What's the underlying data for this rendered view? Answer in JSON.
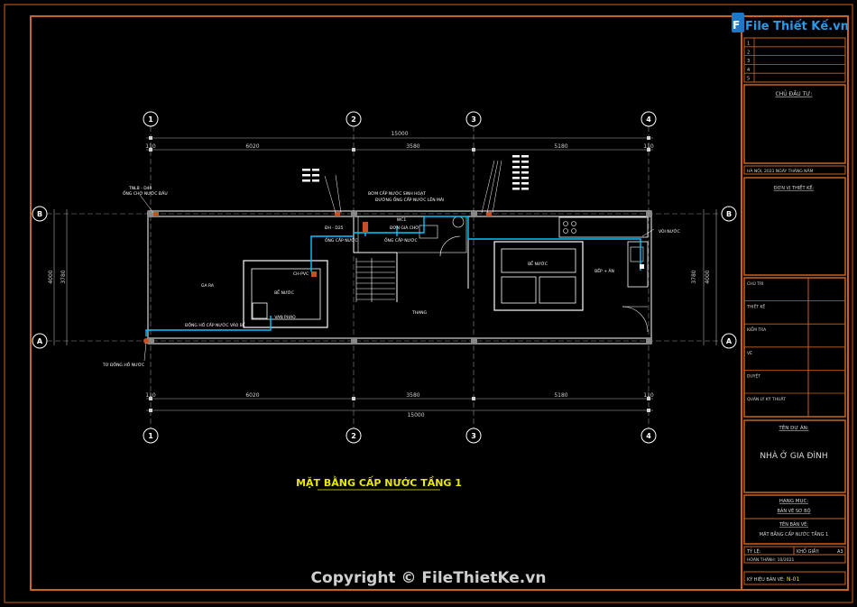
{
  "drawing": {
    "title": "MẶT BẰNG CẤP NƯỚC TẦNG 1",
    "copyright": "Copyright © FileThietKe.vn",
    "watermark_logo": "File Thiết Kế.vn",
    "colors": {
      "frame": "#c8641e",
      "title_yellow": "#e8e800",
      "water_pipe": "#00c8ff",
      "wall": "#ffffff",
      "dim": "#b0b0b0"
    }
  },
  "grid_axes": {
    "vertical": [
      "1",
      "2",
      "3",
      "4"
    ],
    "horizontal": [
      "B",
      "A"
    ]
  },
  "dimensions": {
    "total": "15000",
    "segments": [
      "6020",
      "3580",
      "5180"
    ],
    "edge_small": "110",
    "depth_outer": "4000",
    "depth_inner": "3780"
  },
  "rooms": {
    "garage": "GA RA",
    "stairs": "THANG",
    "kitchen": "BẾP + ĂN",
    "wc": "WC1",
    "tank_label": "BỂ NƯỚC",
    "valve_label": "VAN PHAO"
  },
  "annotations": [
    "TNLB - D40",
    "ỐNG CHỜ NƯỚC ĐẦU",
    "BƠM CẤP NƯỚC SINH HOẠT",
    "ĐƯỜNG ỐNG CẤP NƯỚC LÊN MÁI",
    "ĐH - D25",
    "ỐNG CẤP NƯỚC",
    "ĐƠN GIÁ CHỜ",
    "ỐNG CẤP NƯỚC",
    "VÒI NƯỚC",
    "TỪ ĐỒNG HỒ NƯỚC",
    "ĐỒNG HỒ CẤP NƯỚC VÀO BỂ",
    "CH-PVC"
  ],
  "title_block": {
    "revisions": [
      "1",
      "2",
      "3",
      "4",
      "5"
    ],
    "owner_label": "CHỦ ĐẦU TƯ:",
    "date_line": "HÀ NỘI, 2021 NGÀY THÁNG NĂM",
    "designer_label": "ĐƠN VỊ THIẾT KẾ:",
    "staff_rows": [
      "CHỦ TRÌ",
      "THIẾT KẾ",
      "KIỂM TRA",
      "VẼ",
      "DUYỆT",
      "QUẢN LÝ KỸ THUẬT"
    ],
    "project_label": "TÊN DỰ ÁN:",
    "project_name": "NHÀ Ở GIA ĐÌNH",
    "category_label": "HẠNG MỤC:",
    "category_value": "BẢN VẼ SƠ BỘ",
    "sheet_name_label": "TÊN BẢN VẼ:",
    "sheet_name_value": "MẶT BẰNG CẤP NƯỚC TẦNG 1",
    "scale_label": "TỶ LỆ:",
    "paper_label": "KHỔ GIẤY:",
    "paper_value": "A3",
    "completed": "HOÀN THÀNH: 10/2021",
    "symbol_label": "KÝ HIỆU BẢN VẼ:",
    "symbol_value": "N-01"
  }
}
